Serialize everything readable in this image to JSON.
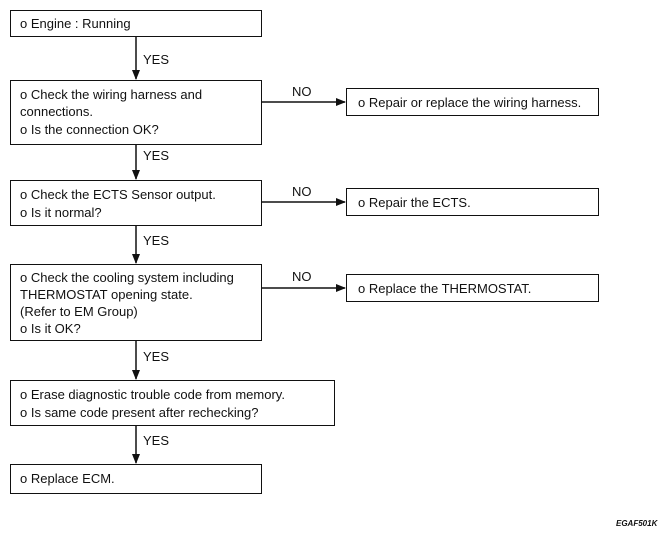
{
  "flowchart": {
    "steps": [
      {
        "lines": [
          "o  Engine : Running"
        ]
      },
      {
        "lines": [
          "o  Check the wiring harness and",
          "    connections.",
          "o  Is the connection OK?"
        ]
      },
      {
        "lines": [
          "o  Check the ECTS Sensor output.",
          "o  Is it normal?"
        ]
      },
      {
        "lines": [
          "o  Check the cooling system including",
          "    THERMOSTAT opening state.",
          "    (Refer to EM Group)",
          "o  Is it OK?"
        ]
      },
      {
        "lines": [
          "o  Erase diagnostic trouble code from memory.",
          "o  Is same code present after rechecking?"
        ]
      },
      {
        "lines": [
          "o  Replace ECM."
        ]
      }
    ],
    "branches": [
      {
        "text": "o  Repair or replace the wiring harness."
      },
      {
        "text": "o  Repair the ECTS."
      },
      {
        "text": "o  Replace the THERMOSTAT."
      }
    ],
    "yes_label": "YES",
    "no_label": "NO"
  },
  "figure_code": "EGAF501K"
}
